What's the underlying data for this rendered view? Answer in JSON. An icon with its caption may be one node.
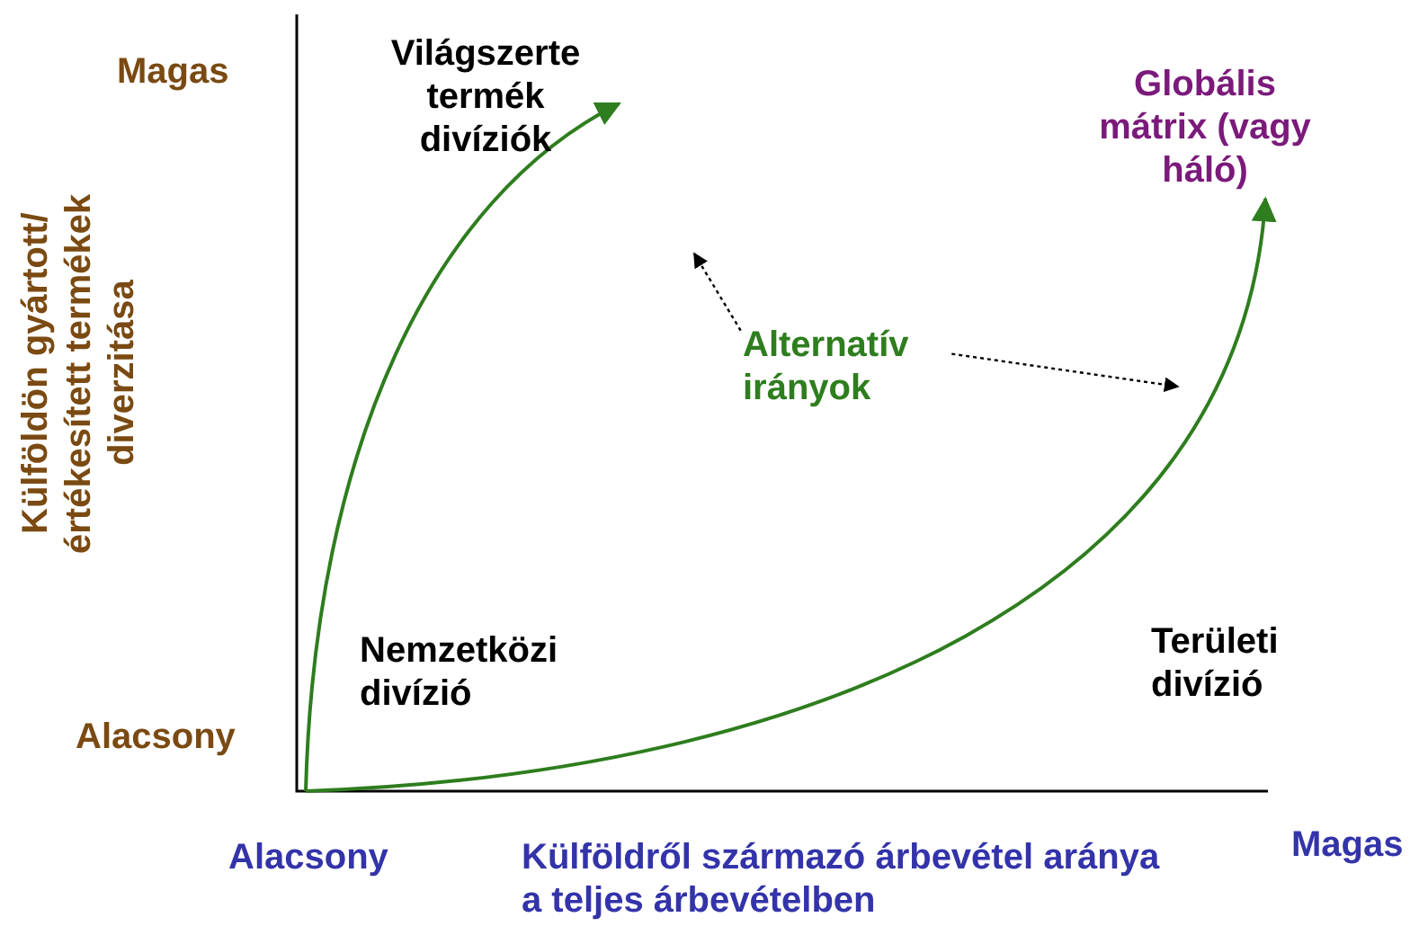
{
  "diagram": {
    "nodes": [
      {
        "text": [
          "Világszerte termék divíziók"
        ]
      },
      {
        "text": [
          "Globális mátrix (vagy háló)"
        ]
      },
      {
        "text": [
          "Alternatív irányok"
        ]
      },
      {
        "text": [
          "Nemzetközi divízió"
        ]
      },
      {
        "text": [
          "Területi divízió"
        ]
      }
    ],
    "edges": [
      {
        "from": null,
        "to": 0,
        "arrow": "to"
      },
      {
        "from": null,
        "to": 1,
        "arrow": "to"
      },
      {
        "from": 2,
        "to": null,
        "arrow": "to",
        "style": "dashed",
        "color": "#000000"
      },
      {
        "from": 2,
        "to": null,
        "arrow": "to",
        "style": "dashed",
        "color": "#000000"
      }
    ],
    "labels": [
      "Magas",
      "Külföldön gyártott/értékesített termékek diverzitása",
      "Alacsony",
      "Alacsony",
      "Külföldről származó árbevétel aránya a teljes árbevételben",
      "Magas"
    ]
  }
}
